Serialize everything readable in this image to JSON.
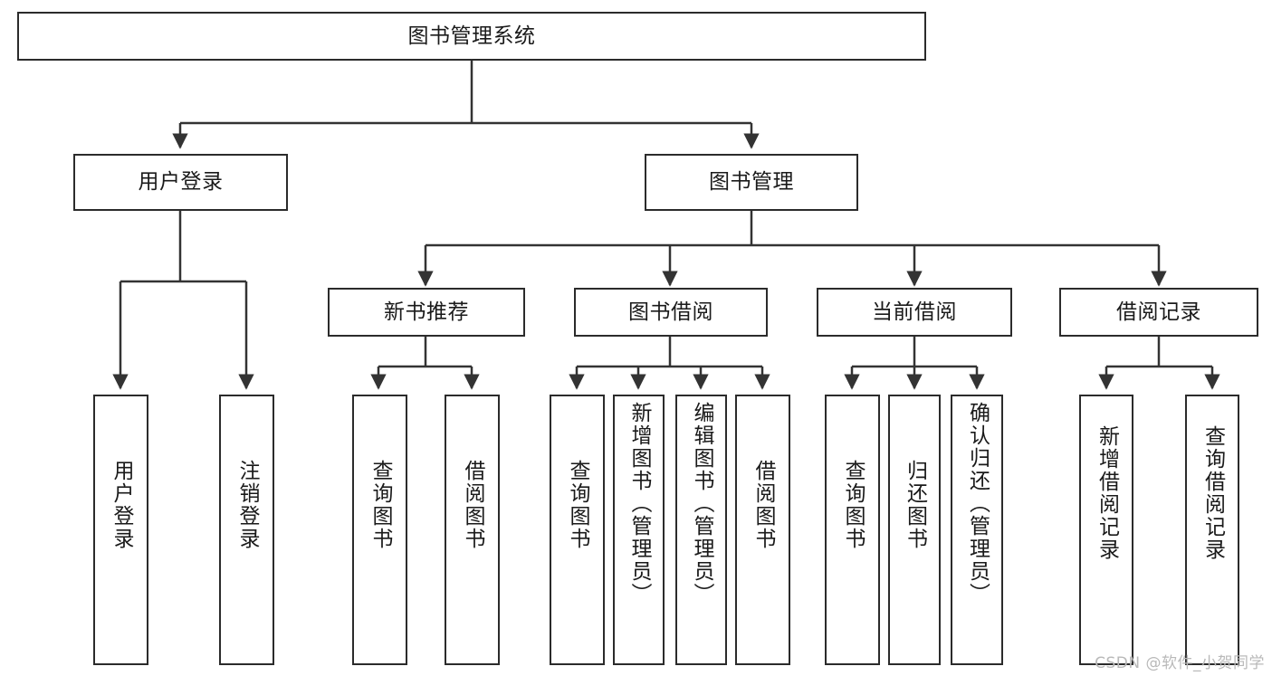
{
  "diagram": {
    "title": "图书管理系统",
    "type": "hierarchy-tree",
    "watermark": "CSDN @软件_小贺同学",
    "colors": {
      "box_border": "#2b2b2b",
      "box_fill": "#ffffff",
      "edge": "#333333",
      "text": "#1a1a1a",
      "watermark": "#b9b9b9",
      "background": "#ffffff"
    },
    "nodes": {
      "root": {
        "label": "图书管理系统",
        "level": 1,
        "orientation": "horizontal"
      },
      "user_login": {
        "label": "用户登录",
        "level": 2,
        "orientation": "horizontal"
      },
      "book_manage": {
        "label": "图书管理",
        "level": 2,
        "orientation": "horizontal"
      },
      "new_book_rec": {
        "label": "新书推荐",
        "level": 3,
        "orientation": "horizontal"
      },
      "book_borrow": {
        "label": "图书借阅",
        "level": 3,
        "orientation": "horizontal"
      },
      "current_borrow": {
        "label": "当前借阅",
        "level": 3,
        "orientation": "horizontal"
      },
      "borrow_record": {
        "label": "借阅记录",
        "level": 3,
        "orientation": "horizontal"
      },
      "leaf_user_login": {
        "label": "用户登录",
        "level": 4,
        "orientation": "vertical"
      },
      "leaf_logout": {
        "label": "注销登录",
        "level": 4,
        "orientation": "vertical"
      },
      "leaf_query_book_1": {
        "label": "查询图书",
        "level": 4,
        "orientation": "vertical"
      },
      "leaf_borrow_book_1": {
        "label": "借阅图书",
        "level": 4,
        "orientation": "vertical"
      },
      "leaf_query_book_2": {
        "label": "查询图书",
        "level": 4,
        "orientation": "vertical"
      },
      "leaf_add_book": {
        "label": "新增图书（管理员）",
        "level": 4,
        "orientation": "vertical"
      },
      "leaf_edit_book": {
        "label": "编辑图书（管理员）",
        "level": 4,
        "orientation": "vertical"
      },
      "leaf_borrow_book_2": {
        "label": "借阅图书",
        "level": 4,
        "orientation": "vertical"
      },
      "leaf_query_book_3": {
        "label": "查询图书",
        "level": 4,
        "orientation": "vertical"
      },
      "leaf_return_book": {
        "label": "归还图书",
        "level": 4,
        "orientation": "vertical"
      },
      "leaf_confirm_return": {
        "label": "确认归还（管理员）",
        "level": 4,
        "orientation": "vertical"
      },
      "leaf_add_record": {
        "label": "新增借阅记录",
        "level": 4,
        "orientation": "vertical"
      },
      "leaf_query_record": {
        "label": "查询借阅记录",
        "level": 4,
        "orientation": "vertical"
      }
    },
    "edges": [
      {
        "from": "root",
        "to": "user_login"
      },
      {
        "from": "root",
        "to": "book_manage"
      },
      {
        "from": "user_login",
        "to": "leaf_user_login"
      },
      {
        "from": "user_login",
        "to": "leaf_logout"
      },
      {
        "from": "book_manage",
        "to": "new_book_rec"
      },
      {
        "from": "book_manage",
        "to": "book_borrow"
      },
      {
        "from": "book_manage",
        "to": "current_borrow"
      },
      {
        "from": "book_manage",
        "to": "borrow_record"
      },
      {
        "from": "new_book_rec",
        "to": "leaf_query_book_1"
      },
      {
        "from": "new_book_rec",
        "to": "leaf_borrow_book_1"
      },
      {
        "from": "book_borrow",
        "to": "leaf_query_book_2"
      },
      {
        "from": "book_borrow",
        "to": "leaf_add_book"
      },
      {
        "from": "book_borrow",
        "to": "leaf_edit_book"
      },
      {
        "from": "book_borrow",
        "to": "leaf_borrow_book_2"
      },
      {
        "from": "current_borrow",
        "to": "leaf_query_book_3"
      },
      {
        "from": "current_borrow",
        "to": "leaf_return_book"
      },
      {
        "from": "current_borrow",
        "to": "leaf_confirm_return"
      },
      {
        "from": "borrow_record",
        "to": "leaf_add_record"
      },
      {
        "from": "borrow_record",
        "to": "leaf_query_record"
      }
    ]
  }
}
